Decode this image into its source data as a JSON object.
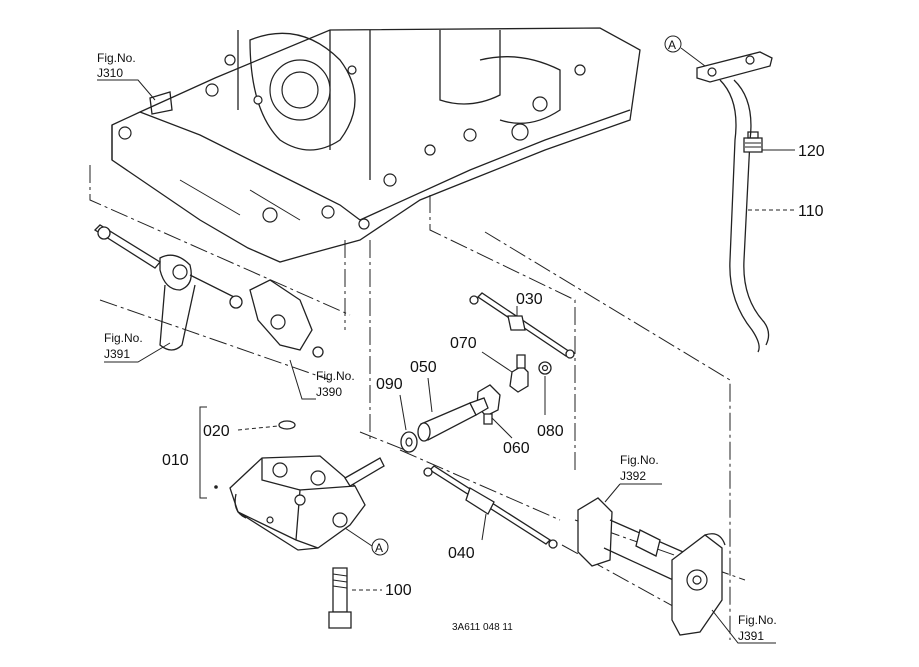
{
  "fig_refs": {
    "j310": {
      "line1": "Fig.No.",
      "line2": "J310"
    },
    "j391_left": {
      "line1": "Fig.No.",
      "line2": "J391"
    },
    "j390": {
      "line1": "Fig.No.",
      "line2": "J390"
    },
    "j392": {
      "line1": "Fig.No.",
      "line2": "J392"
    },
    "j391_right": {
      "line1": "Fig.No.",
      "line2": "J391"
    }
  },
  "callouts": {
    "c010": "010",
    "c020": "020",
    "c030": "030",
    "c040": "040",
    "c050": "050",
    "c060": "060",
    "c070": "070",
    "c080": "080",
    "c090": "090",
    "c100": "100",
    "c110": "110",
    "c120": "120"
  },
  "markers": {
    "a_top": "A",
    "a_bottom": "A"
  },
  "drawing_code": "3A611 048 11",
  "colors": {
    "ink": "#222222",
    "paper": "#ffffff"
  }
}
